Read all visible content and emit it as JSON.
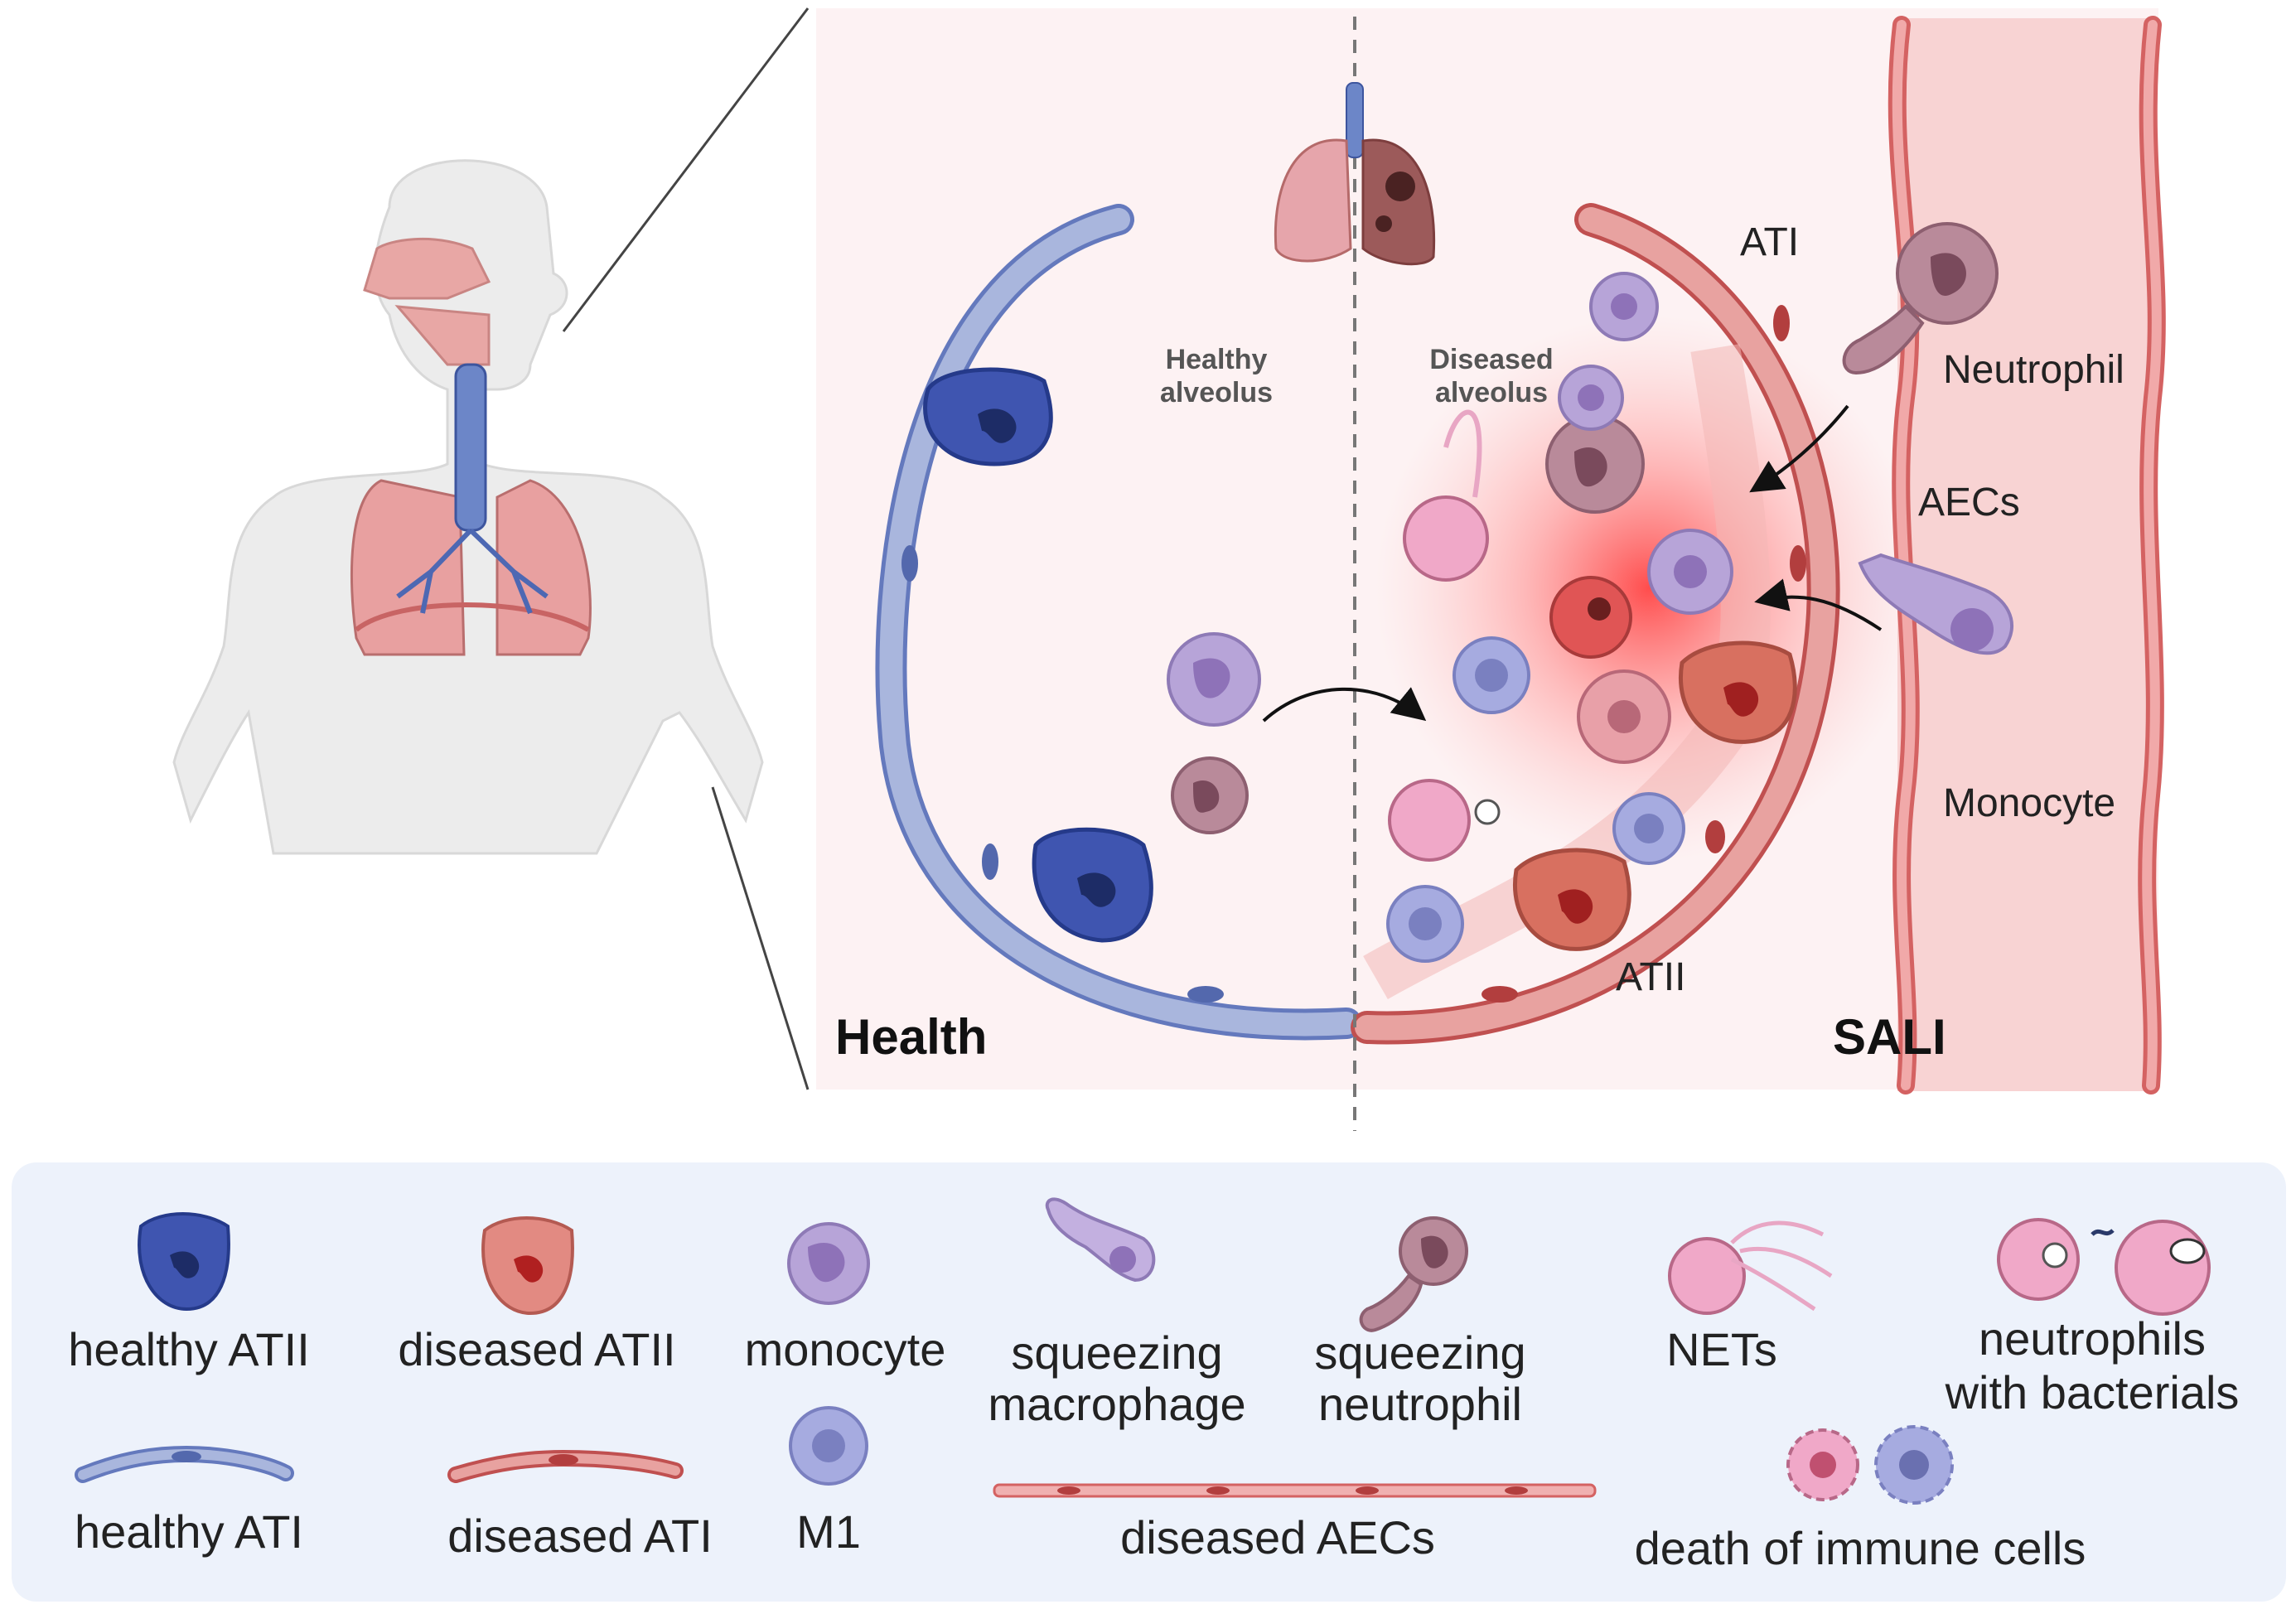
{
  "scene": {
    "health_label": "Health",
    "sali_label": "SALI",
    "healthy_alveolus_line1": "Healthy",
    "healthy_alveolus_line2": "alveolus",
    "diseased_alveolus_line1": "Diseased",
    "diseased_alveolus_line2": "alveolus",
    "ati_label": "ATI",
    "atii_label": "ATII",
    "neutrophil_label": "Neutrophil",
    "aecs_label": "AECs",
    "monocyte_label": "Monocyte"
  },
  "legend": {
    "healthy_atii": "healthy ATII",
    "diseased_atii": "diseased ATII",
    "monocyte": "monocyte",
    "squeezing_macrophage_line1": "squeezing",
    "squeezing_macrophage_line2": "macrophage",
    "squeezing_neutrophil_line1": "squeezing",
    "squeezing_neutrophil_line2": "neutrophil",
    "nets": "NETs",
    "neutrophils_bacterials_line1": "neutrophils",
    "neutrophils_bacterials_line2": "with bacterials",
    "healthy_ati": "healthy ATI",
    "diseased_ati": "diseased ATI",
    "m1": "M1",
    "diseased_aecs": "diseased AECs",
    "death_immune_cells": "death of immune cells"
  },
  "colors": {
    "healthy_blue": "#3f55b0",
    "healthy_membrane": "#a9b6dd",
    "diseased_red": "#c9504f",
    "diseased_membrane": "#e8a2a0",
    "inflammation": "#ff3b3b",
    "monocyte_purple": "#b7a4d8",
    "m1_periwinkle": "#a6abe0",
    "legend_bg": "#edf2fb",
    "panel_bg": "#fdf2f3",
    "vessel_bg": "#f8d3d3"
  }
}
